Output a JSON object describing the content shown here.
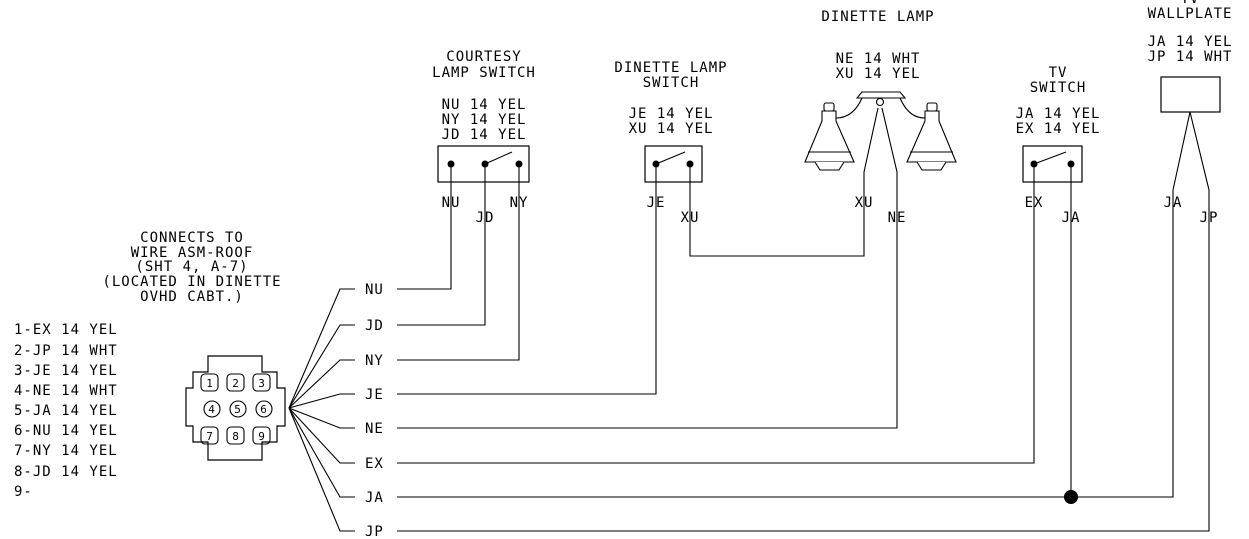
{
  "connector": {
    "title_lines": [
      "CONNECTS TO",
      "WIRE ASM-ROOF",
      "(SHT 4, A-7)",
      "(LOCATED IN DINETTE",
      "OVHD CABT.)"
    ],
    "pinout": [
      "1-EX 14 YEL",
      "2-JP 14 WHT",
      "3-JE 14 YEL",
      "4-NE 14 WHT",
      "5-JA 14 YEL",
      "6-NU 14 YEL",
      "7-NY 14 YEL",
      "8-JD 14 YEL",
      "9-"
    ],
    "pin_numbers": [
      "1",
      "2",
      "3",
      "4",
      "5",
      "6",
      "7",
      "8",
      "9"
    ]
  },
  "bus_wires": [
    "NU",
    "JD",
    "NY",
    "JE",
    "NE",
    "EX",
    "JA",
    "JP"
  ],
  "components": {
    "courtesy_switch": {
      "title_lines": [
        "COURTESY",
        "LAMP SWITCH"
      ],
      "wire_spec": [
        "NU 14 YEL",
        "NY 14 YEL",
        "JD 14 YEL"
      ],
      "terminals": [
        "NU",
        "JD",
        "NY"
      ]
    },
    "dinette_switch": {
      "title_lines": [
        "DINETTE LAMP",
        "SWITCH"
      ],
      "wire_spec": [
        "JE 14 YEL",
        "XU 14 YEL"
      ],
      "terminals": [
        "JE",
        "XU"
      ]
    },
    "dinette_lamp": {
      "title_lines": [
        "DINETTE LAMP"
      ],
      "wire_spec": [
        "NE 14 WHT",
        "XU 14 YEL"
      ],
      "terminals": [
        "XU",
        "NE"
      ]
    },
    "tv_switch": {
      "title_lines": [
        "TV",
        "SWITCH"
      ],
      "wire_spec": [
        "JA 14 YEL",
        "EX 14 YEL"
      ],
      "terminals": [
        "EX",
        "JA"
      ]
    },
    "tv_wallplate": {
      "title_lines": [
        "TV",
        "WALLPLATE"
      ],
      "wire_spec": [
        "JA 14 YEL",
        "JP 14 WHT"
      ],
      "terminals": [
        "JA",
        "JP"
      ]
    }
  }
}
